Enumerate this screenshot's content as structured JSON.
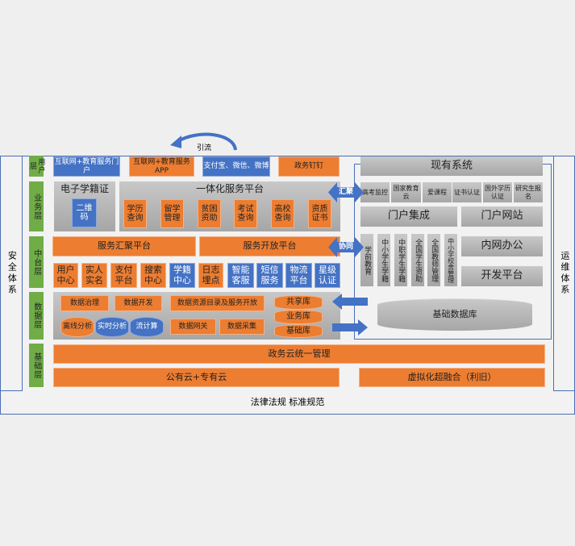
{
  "side": {
    "left": "安全体系",
    "right": "运维体系",
    "bottom": "法律法规 标准规范"
  },
  "layers": [
    "用户层",
    "业务层",
    "中台层",
    "数据层",
    "基础层"
  ],
  "user_layer": [
    "互联网+教育服务门户",
    "互联网+教育服务APP",
    "支付宝、微信、微博",
    "政务钉钉"
  ],
  "flow_label": "引流",
  "business": {
    "ecard_title": "电子学籍证",
    "qr": "二维码",
    "platform_title": "一体化服务平台",
    "items": [
      "学历查询",
      "留学管理",
      "贫困资助",
      "考试查询",
      "高校查询",
      "资质证书"
    ]
  },
  "middle": {
    "agg": "服务汇聚平台",
    "open": "服务开放平台",
    "items": [
      "用户中心",
      "实人实名",
      "支付平台",
      "搜索中心",
      "学籍中心",
      "日志埋点",
      "智能客服",
      "短信服务",
      "物流平台",
      "星级认证"
    ]
  },
  "data": {
    "gov": "数据治理",
    "dev": "数据开发",
    "catalog": "数据资源目录及服务开放",
    "offline": "离线分析",
    "realtime": "实时分析",
    "stream": "流计算",
    "gateway": "数据网关",
    "collect": "数据采集",
    "dbs": [
      "共享库",
      "业务库",
      "基础库"
    ]
  },
  "base": {
    "cloud_mgmt": "政务云统一管理",
    "public": "公有云+专有云",
    "virtual": "虚拟化超融合（利旧）"
  },
  "arrows": {
    "converge": "汇聚",
    "collab": "协同"
  },
  "existing": {
    "title": "现有系统",
    "row": [
      "高考监控",
      "国家教育云",
      "爱课程",
      "证书认证",
      "国外学历认证",
      "研究生报名"
    ],
    "portal_int": "门户集成",
    "portal_site": "门户网站",
    "cols": [
      "学前教育",
      "中小学生学籍",
      "中职学生学籍",
      "全国学生资助",
      "全国教师管理",
      "中小学校舍管理"
    ],
    "intranet": "内网办公",
    "devplat": "开发平台",
    "db": "基础数据库"
  }
}
